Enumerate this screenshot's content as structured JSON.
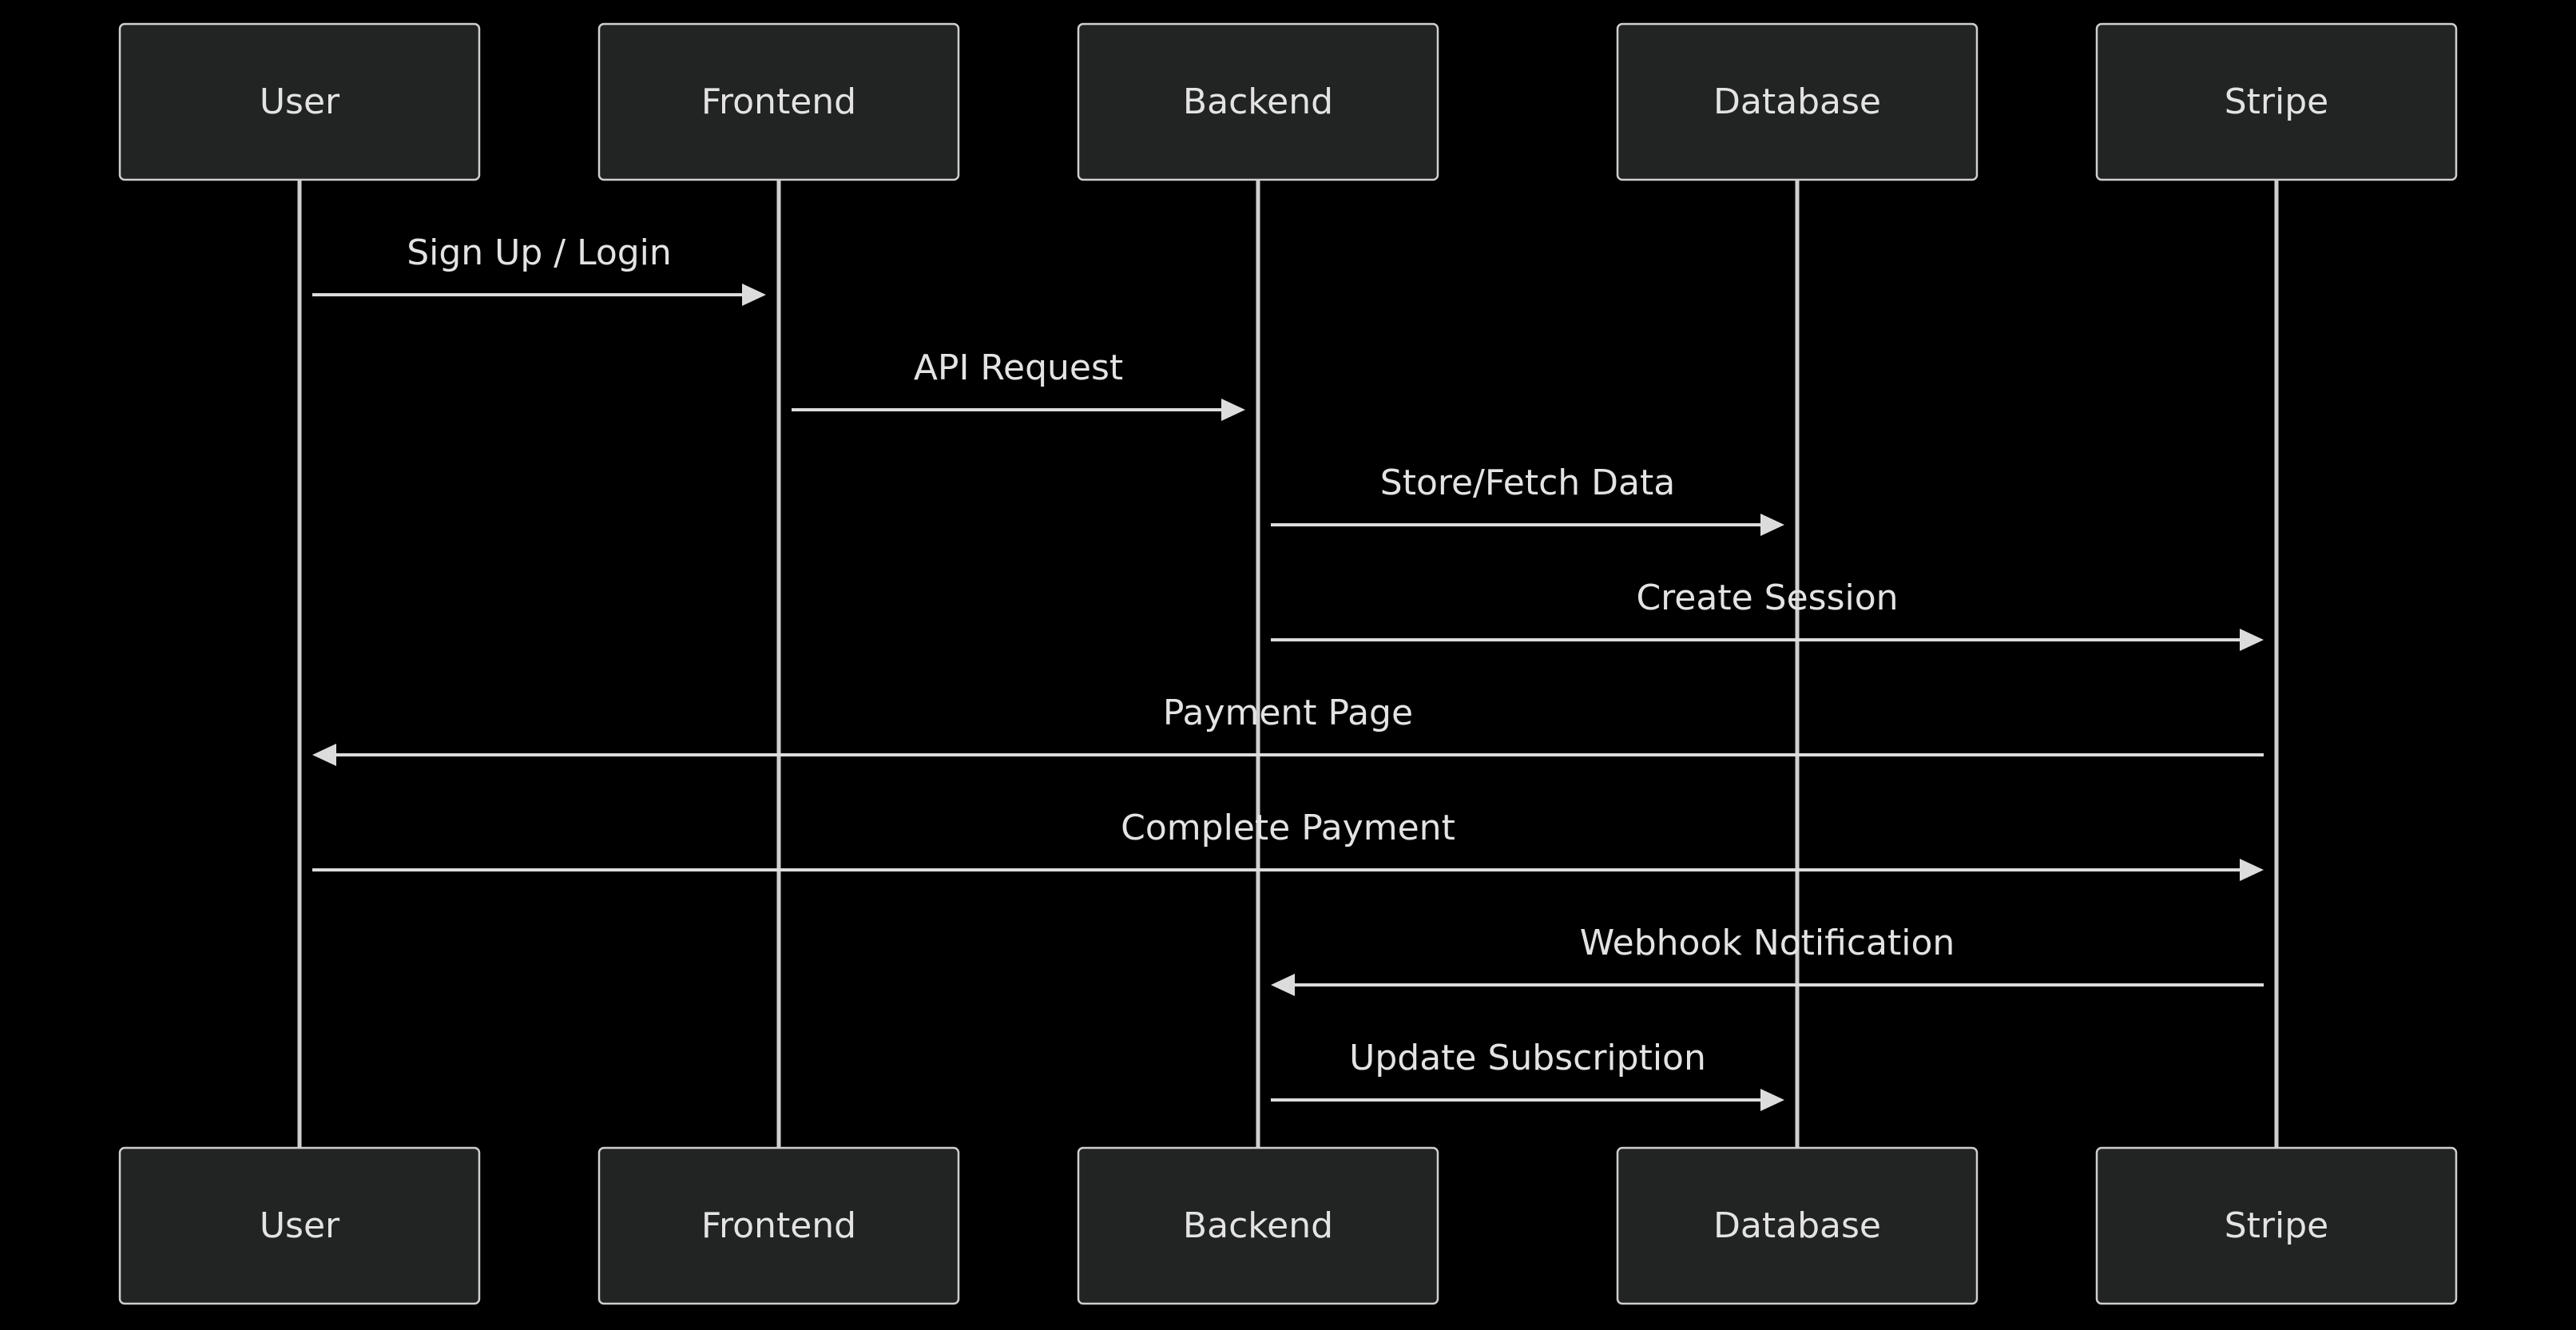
{
  "participants": [
    {
      "id": "user",
      "label": "User"
    },
    {
      "id": "frontend",
      "label": "Frontend"
    },
    {
      "id": "backend",
      "label": "Backend"
    },
    {
      "id": "database",
      "label": "Database"
    },
    {
      "id": "stripe",
      "label": "Stripe"
    }
  ],
  "messages": [
    {
      "from": "user",
      "to": "frontend",
      "label": "Sign Up / Login"
    },
    {
      "from": "frontend",
      "to": "backend",
      "label": "API Request"
    },
    {
      "from": "backend",
      "to": "database",
      "label": "Store/Fetch Data"
    },
    {
      "from": "backend",
      "to": "stripe",
      "label": "Create Session"
    },
    {
      "from": "stripe",
      "to": "user",
      "label": "Payment Page"
    },
    {
      "from": "user",
      "to": "stripe",
      "label": "Complete Payment"
    },
    {
      "from": "stripe",
      "to": "backend",
      "label": "Webhook Notification"
    },
    {
      "from": "backend",
      "to": "database",
      "label": "Update Subscription"
    }
  ],
  "colors": {
    "background": "#000000",
    "box_fill": "#222423",
    "stroke": "#cfcfcf",
    "text": "#e3e3e3"
  }
}
